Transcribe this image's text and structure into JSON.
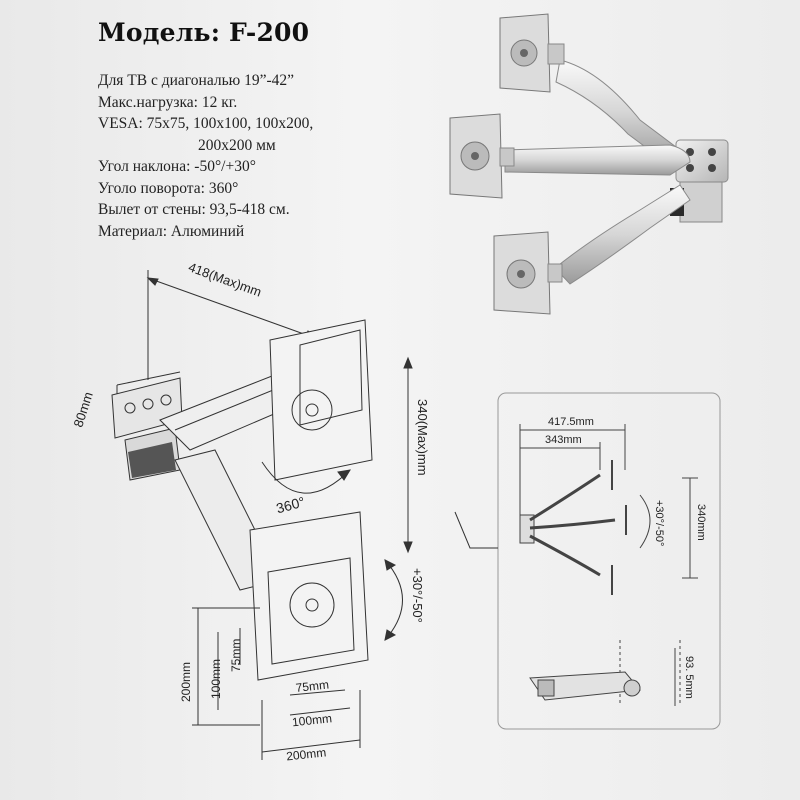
{
  "title": "Модель: F-200",
  "specs": [
    "Для ТВ с диагональю 19”-42”",
    "Макс.нагрузка: 12 кг.",
    "VESA: 75x75, 100x100, 100x200,",
    "200x200 мм",
    "Угол наклона: -50°/+30°",
    "Уголо поворота: 360°",
    "Вылет от стены: 93,5-418 см.",
    "Материал: Алюминий"
  ],
  "left_diagram": {
    "reach_label": "418(Max)mm",
    "mount_label": "80mm",
    "height_label": "340(Max)mm",
    "rotate_label": "360°",
    "tilt_label": "+30°/-50°",
    "vesa_200_v": "200mm",
    "vesa_100_v": "100mm",
    "vesa_75_v": "75mm",
    "vesa_75_h": "75mm",
    "vesa_100_h": "100mm",
    "vesa_200_h": "200mm"
  },
  "right_diagram": {
    "dim_total": "417.5mm",
    "dim_inner": "343mm",
    "dim_height": "340mm",
    "tilt_label": "+30°/-50°",
    "depth_label": "93. 5mm"
  }
}
